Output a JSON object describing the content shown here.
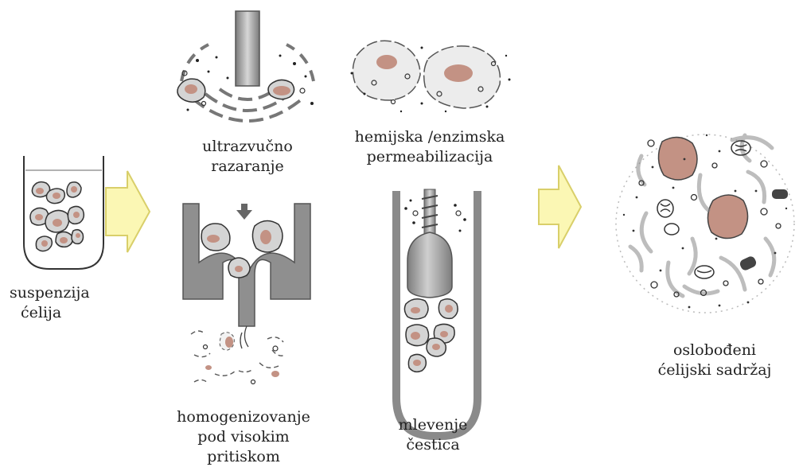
{
  "title": "",
  "labels": {
    "suspension": [
      "suspenzija",
      "ćelija"
    ],
    "ultrasound": [
      "ultrazvučno",
      "razaranje"
    ],
    "chemical": [
      "hemijska /enzimska",
      "permeabilizacija"
    ],
    "homogenization": [
      "homogenizovanje",
      "pod  visokim",
      "pritiskom"
    ],
    "milling": [
      "mlevenje",
      "čestica"
    ],
    "released": [
      "oslobođeni",
      "ćelijski sadržaj"
    ]
  },
  "colors": {
    "arrow_fill": "#fbf7b4",
    "arrow_stroke": "#d9cf6a",
    "cell_fill": "#d4d4d4",
    "nucleus": "#c39284",
    "metal": "#8f8f8f",
    "outline": "#444444"
  },
  "icons": [
    "right-arrow-icon",
    "down-arrow-icon"
  ]
}
